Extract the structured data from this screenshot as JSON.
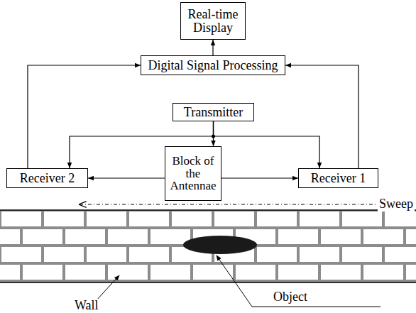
{
  "diagram": {
    "nodes": [
      {
        "text": [
          "Real-time Display"
        ]
      },
      {
        "text": [
          "Digital Signal Processing"
        ]
      },
      {
        "text": [
          "Transmitter"
        ]
      },
      {
        "text": [
          "Block of the Antennae"
        ]
      },
      {
        "text": [
          "Receiver 2"
        ]
      },
      {
        "text": [
          "Receiver 1"
        ]
      }
    ],
    "edges": [
      {
        "from": 1,
        "to": 0,
        "arrow": "to"
      },
      {
        "from": 4,
        "to": 1,
        "arrow": "to"
      },
      {
        "from": 5,
        "to": 1,
        "arrow": "to"
      },
      {
        "from": 2,
        "to": 3,
        "arrow": "to"
      },
      {
        "from": 2,
        "to": 4,
        "arrow": "to"
      },
      {
        "from": 2,
        "to": 5,
        "arrow": "to"
      },
      {
        "from": 3,
        "to": 4,
        "arrow": "to"
      },
      {
        "from": 3,
        "to": 5,
        "arrow": "to"
      }
    ],
    "labels": [
      "Sweep",
      "Wall",
      "Object"
    ]
  }
}
